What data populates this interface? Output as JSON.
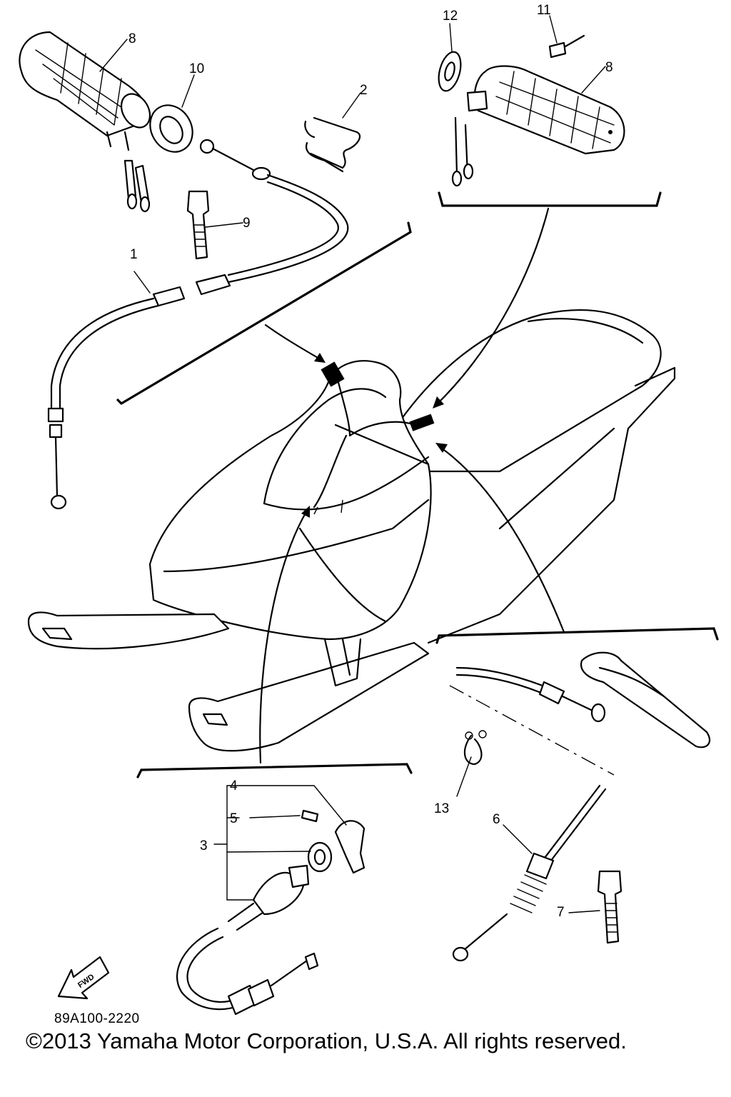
{
  "callouts": [
    "1",
    "2",
    "3",
    "4",
    "5",
    "6",
    "7",
    "8",
    "8",
    "9",
    "10",
    "11",
    "12",
    "13"
  ],
  "fwd_label": "FWD",
  "drawing_code": "89A100-2220",
  "copyright": "©2013 Yamaha Motor Corporation, U.S.A. All rights reserved."
}
